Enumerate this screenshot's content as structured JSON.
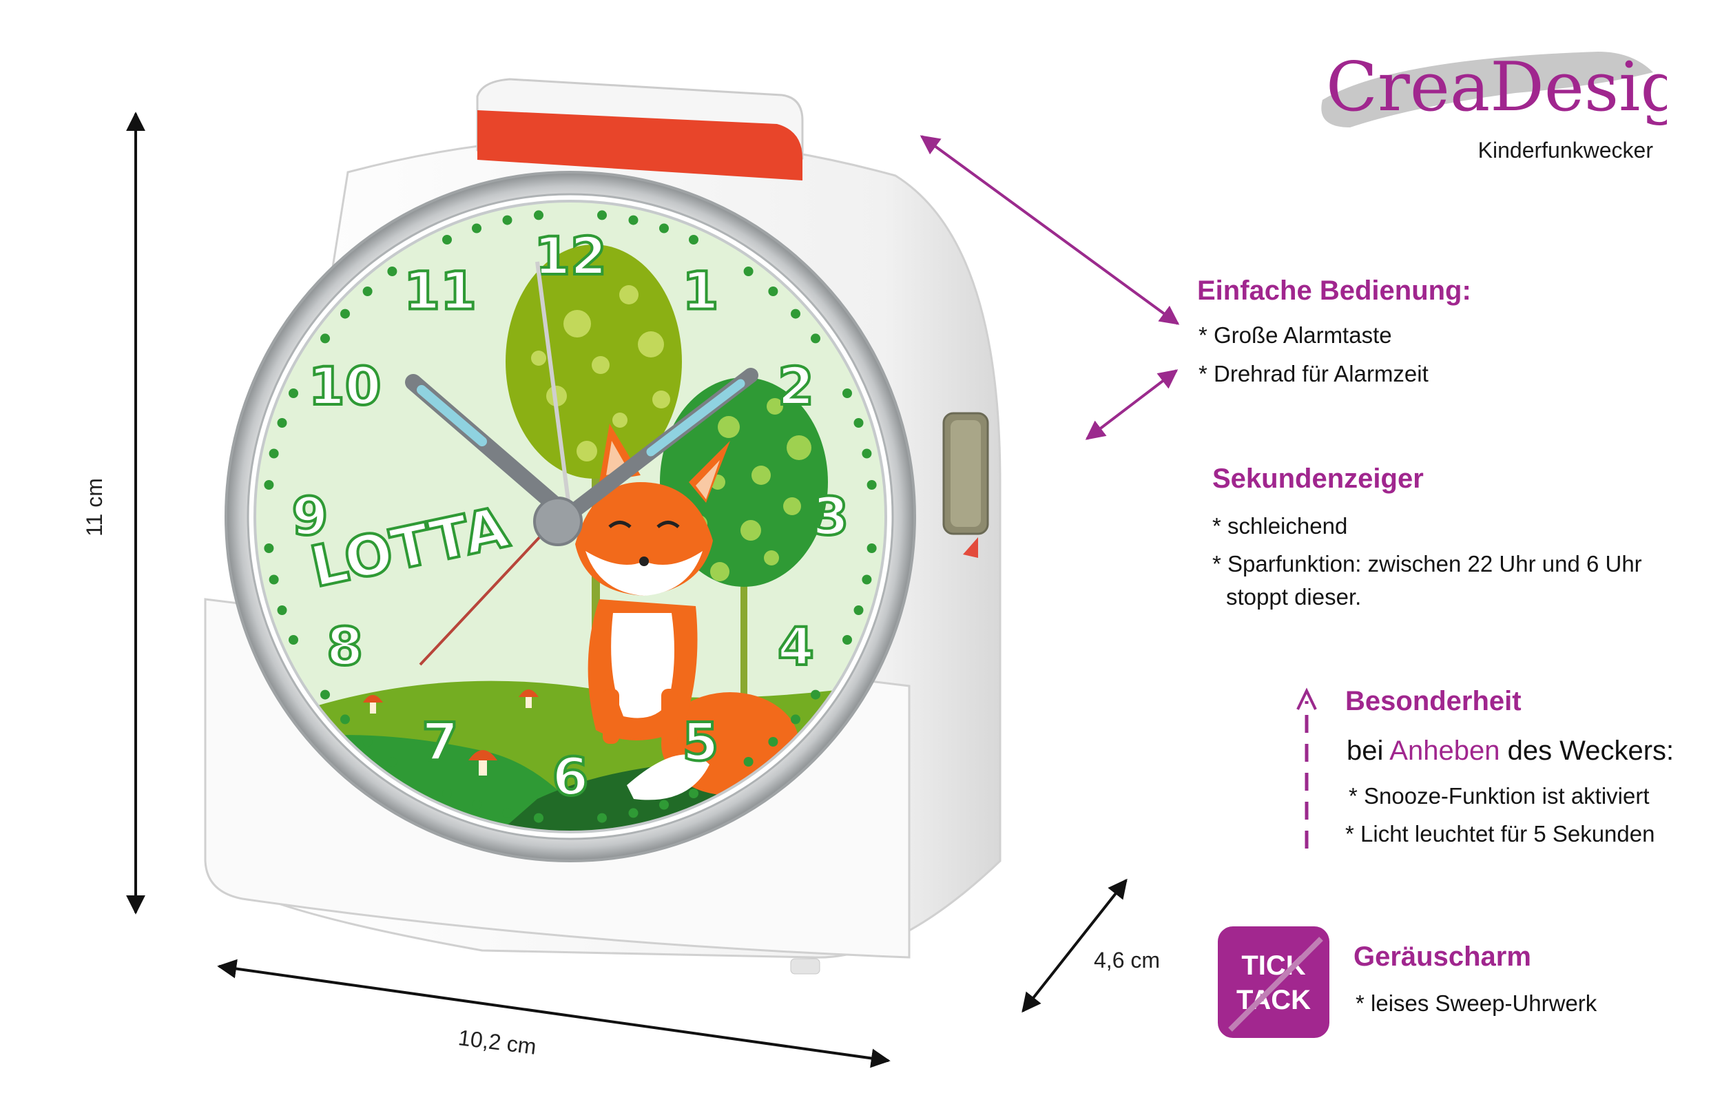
{
  "brand": {
    "logo_text": "CreaDesign",
    "subtitle": "Kinderfunkwecker"
  },
  "clock": {
    "name_on_dial": "LOTTA",
    "numbers": [
      "12",
      "1",
      "2",
      "3",
      "4",
      "5",
      "6",
      "7",
      "8",
      "9",
      "10",
      "11"
    ]
  },
  "dimensions": {
    "height": "11 cm",
    "width": "10,2 cm",
    "depth": "4,6 cm"
  },
  "features": {
    "operation": {
      "title": "Einfache Bedienung:",
      "items": [
        "* Große Alarmtaste",
        "* Drehrad für Alarmzeit"
      ]
    },
    "second_hand": {
      "title": "Sekundenzeiger",
      "items": [
        "* schleichend",
        "* Sparfunktion: zwischen 22 Uhr und 6 Uhr",
        "stoppt dieser."
      ]
    },
    "special": {
      "title": "Besonderheit",
      "line_pre": "bei",
      "line_accent": "Anheben",
      "line_post": "des Weckers:",
      "items": [
        "* Snooze-Funktion ist aktiviert",
        "* Licht leuchtet für 5 Sekunden"
      ]
    },
    "noise": {
      "title": "Geräuscharm",
      "badge_line1": "TICK",
      "badge_line2": "TACK",
      "items": [
        "* leises Sweep-Uhrwerk"
      ]
    }
  },
  "colors": {
    "accent": "#a0268e",
    "arrow": "#9b2a8d",
    "dial_bg": "#e2f2d8",
    "fox": "#f26a1b",
    "tree_light": "#8bb014",
    "tree_dark": "#2f9a35",
    "alarm_button": "#e8452a",
    "hands": "#7a7f84",
    "hand_lume": "#8fd2e0"
  }
}
